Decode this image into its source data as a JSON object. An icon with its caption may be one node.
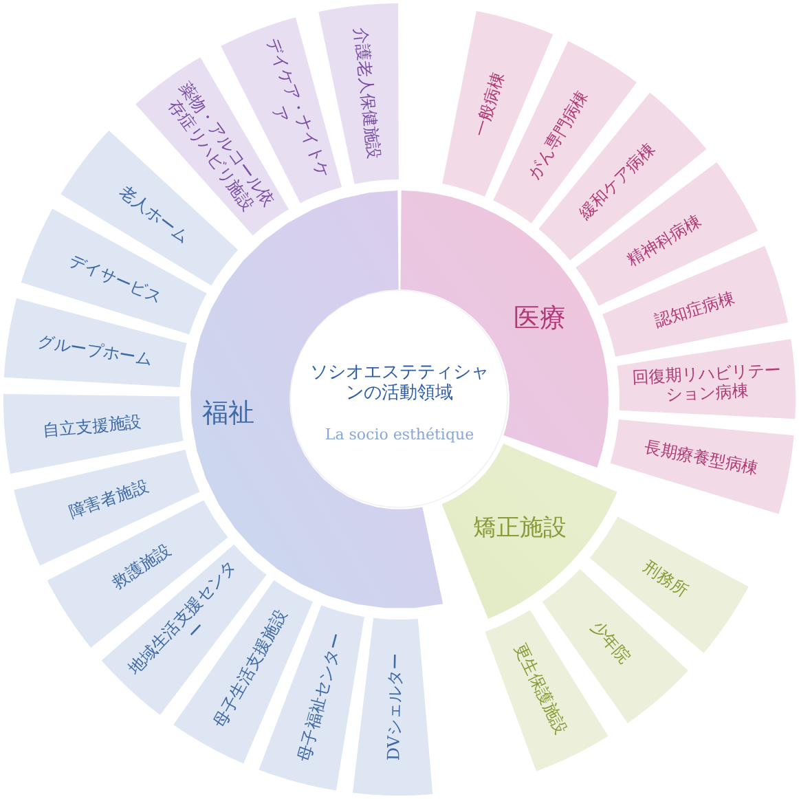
{
  "diagram": {
    "nodes": [
      {
        "text": [
          "ソシオエステティシャンの活動領域",
          "La socio esthétique"
        ]
      },
      {
        "text": [
          "医療"
        ]
      },
      {
        "text": [
          "一般病棟"
        ]
      },
      {
        "text": [
          "がん専門病棟"
        ]
      },
      {
        "text": [
          "緩和ケア病棟"
        ]
      },
      {
        "text": [
          "精神科病棟"
        ]
      },
      {
        "text": [
          "認知症病棟"
        ]
      },
      {
        "text": [
          "回復期リハビリテーション病棟"
        ]
      },
      {
        "text": [
          "長期療養型病棟"
        ]
      },
      {
        "text": [
          "矯正施設"
        ]
      },
      {
        "text": [
          "刑務所"
        ]
      },
      {
        "text": [
          "少年院"
        ]
      },
      {
        "text": [
          "更生保護施設"
        ]
      },
      {
        "text": [
          "福祉"
        ]
      },
      {
        "text": [
          "DVシェルター"
        ]
      },
      {
        "text": [
          "母子福祉センター"
        ]
      },
      {
        "text": [
          "母子生活支援施設"
        ]
      },
      {
        "text": [
          "地域生活支援センター"
        ]
      },
      {
        "text": [
          "救護施設"
        ]
      },
      {
        "text": [
          "障害者施設"
        ]
      },
      {
        "text": [
          "自立支援施設"
        ]
      },
      {
        "text": [
          "グループホーム"
        ]
      },
      {
        "text": [
          "デイサービス"
        ]
      },
      {
        "text": [
          "老人ホーム"
        ]
      },
      {
        "text": [
          "薬物・アルコール依存症リハビリ施設"
        ]
      },
      {
        "text": [
          "デイケア・ナイトケア"
        ]
      },
      {
        "text": [
          "介護老人保健施設"
        ]
      }
    ]
  }
}
